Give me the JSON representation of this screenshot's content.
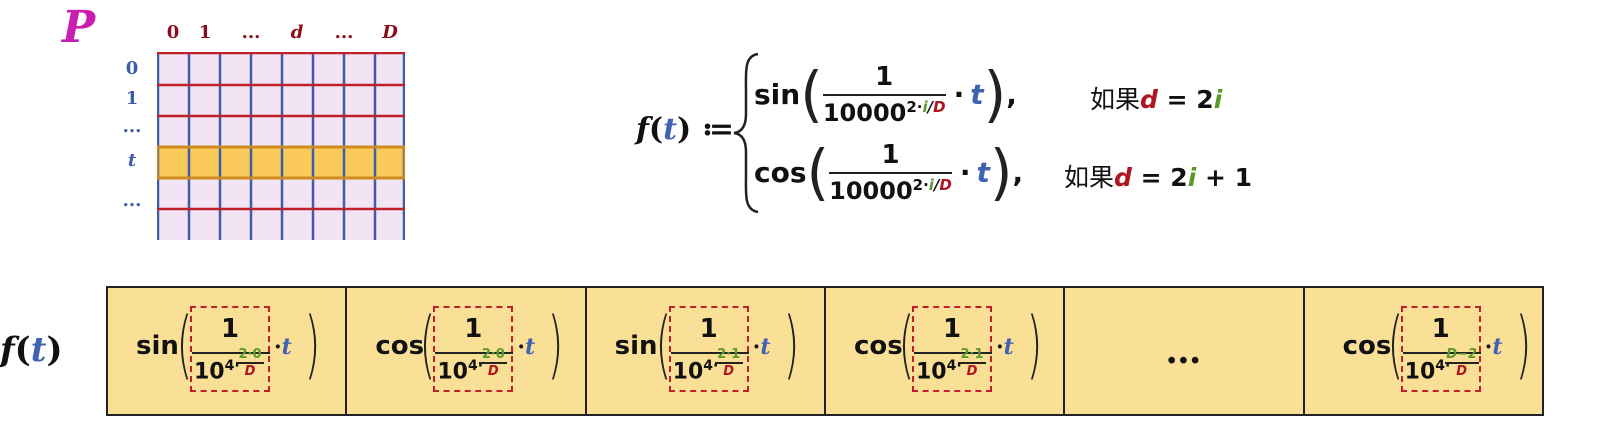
{
  "matrix": {
    "title": "P",
    "col_labels": [
      "0",
      "1",
      "...",
      "d",
      "...",
      "D"
    ],
    "row_labels": [
      "0",
      "1",
      "...",
      "t",
      "..."
    ],
    "highlighted_row": "t"
  },
  "formula": {
    "lhs_f": "f",
    "lhs_t": "t",
    "assign": "≔",
    "case1": {
      "fn": "sin",
      "numerator": "1",
      "base": "10000",
      "exp_prefix": "2·",
      "exp_i": "i",
      "exp_slash": "/",
      "exp_D": "D",
      "times_t": "t",
      "cond_text": "如果",
      "cond_d": "d",
      "cond_eq": "= 2",
      "cond_i": "i",
      "cond_suffix": ""
    },
    "case2": {
      "fn": "cos",
      "numerator": "1",
      "base": "10000",
      "exp_prefix": "2·",
      "exp_i": "i",
      "exp_slash": "/",
      "exp_D": "D",
      "times_t": "t",
      "cond_text": "如果",
      "cond_d": "d",
      "cond_eq": "= 2",
      "cond_i": "i",
      "cond_suffix": " + 1"
    }
  },
  "vector": {
    "label_f": "f",
    "label_t": "t",
    "cells": [
      {
        "fn": "sin",
        "num": "1",
        "base": "10",
        "sup": "4·",
        "exp_num": "2·0",
        "exp_den": "D",
        "t": "t"
      },
      {
        "fn": "cos",
        "num": "1",
        "base": "10",
        "sup": "4·",
        "exp_num": "2·0",
        "exp_den": "D",
        "t": "t"
      },
      {
        "fn": "sin",
        "num": "1",
        "base": "10",
        "sup": "4·",
        "exp_num": "2·1",
        "exp_den": "D",
        "t": "t"
      },
      {
        "fn": "cos",
        "num": "1",
        "base": "10",
        "sup": "4·",
        "exp_num": "2·1",
        "exp_den": "D",
        "t": "t"
      },
      {
        "ellipsis": "…"
      },
      {
        "fn": "cos",
        "num": "1",
        "base": "10",
        "sup": "4·",
        "exp_num": "D−2",
        "exp_den": "D",
        "t": "t"
      }
    ]
  },
  "colors": {
    "matrix_fill": "#f3e4f5",
    "matrix_row_line": "#c0202a",
    "matrix_col_line": "#3d5da8",
    "highlight_row": "#f9c95a",
    "strip_fill": "#fae097",
    "dashed_box": "#c0202a",
    "t_blue": "#3f63b0",
    "d_red": "#b0141e",
    "i_green": "#5a9a2a"
  }
}
